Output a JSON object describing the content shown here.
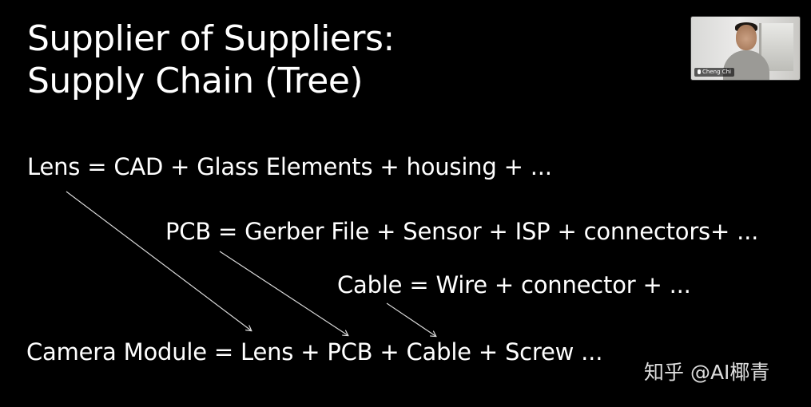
{
  "slide": {
    "title_line1": "Supplier of Suppliers:",
    "title_line2": "Supply Chain (Tree)",
    "lens_line": "Lens = CAD + Glass Elements + housing + ...",
    "pcb_line": "PCB = Gerber File + Sensor + ISP + connectors+ ...",
    "cable_line": "Cable = Wire + connector + ...",
    "camera_line": "Camera Module = Lens + PCB + Cable + Screw ..."
  },
  "webcam": {
    "participant_name": "Cheng Chi",
    "icon": "microphone-icon"
  },
  "watermark": {
    "text": "知乎 @AI椰青"
  },
  "colors": {
    "background": "#000000",
    "text": "#ffffff",
    "arrow": "#d9d9d9"
  }
}
